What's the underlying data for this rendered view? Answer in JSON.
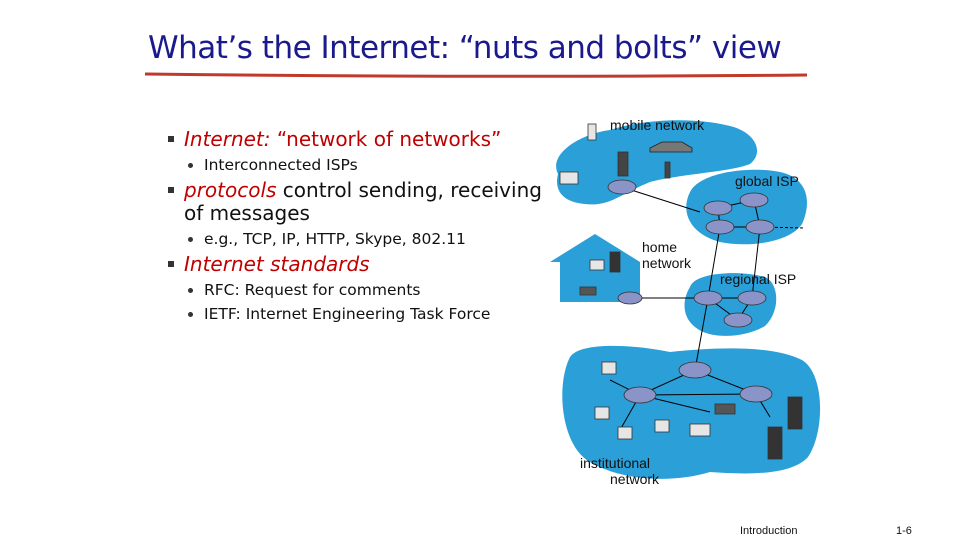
{
  "slide": {
    "title": "What’s the Internet: “nuts and bolts” view",
    "bullets": [
      {
        "parts": [
          {
            "text": "Internet: ",
            "style": "em"
          },
          {
            "text": "“network of networks”",
            "style": "red"
          }
        ],
        "sub": [
          "Interconnected ISPs"
        ]
      },
      {
        "parts": [
          {
            "text": "protocols",
            "style": "em"
          },
          {
            "text": " control sending, receiving of messages",
            "style": "plain"
          }
        ],
        "sub": [
          "e.g., TCP, IP, HTTP, Skype,  802.11"
        ]
      },
      {
        "parts": [
          {
            "text": "Internet  standards",
            "style": "em"
          }
        ],
        "sub": [
          "RFC: Request for comments",
          "IETF: Internet Engineering Task Force"
        ]
      }
    ]
  },
  "diagram": {
    "labels": {
      "mobile": "mobile network",
      "global": "global ISP",
      "home1": "home",
      "home2": "network",
      "regional": "regional ISP",
      "inst1": "institutional",
      "inst2": "network"
    },
    "colors": {
      "cloud": "#2a9fd8",
      "router": "#8a94c8",
      "accent": "#1a1a8c",
      "underline": "#c0392b"
    }
  },
  "footer": {
    "left": "Introduction",
    "right": "1-6"
  }
}
